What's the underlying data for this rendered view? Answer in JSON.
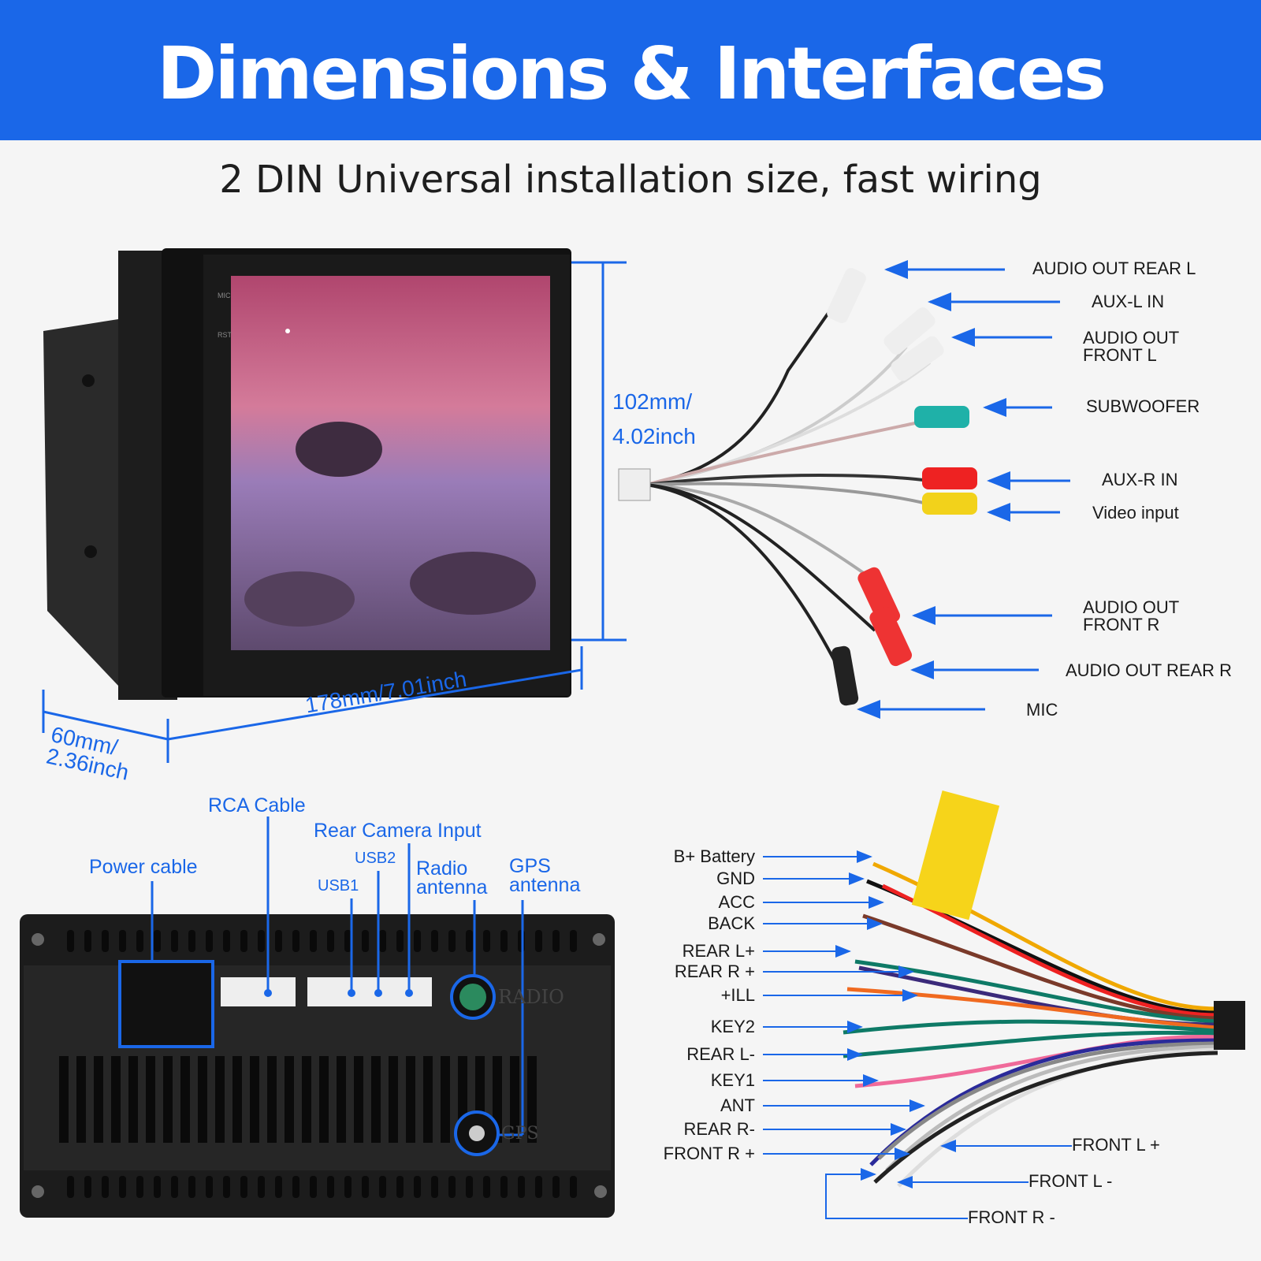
{
  "header": {
    "title": "Dimensions & Interfaces",
    "subtitle": "2 DIN Universal installation size, fast wiring"
  },
  "dimensions": {
    "height": "102mm/",
    "height_in": "4.02inch",
    "width": "178mm/7.01inch",
    "depth": "60mm/",
    "depth_in": "2.36inch"
  },
  "device": {
    "side_buttons": [
      "MIC",
      "RST"
    ]
  },
  "rca_harness": {
    "labels": [
      "AUDIO OUT REAR L",
      "AUX-L IN",
      "AUDIO OUT\nFRONT L",
      "SUBWOOFER",
      "AUX-R IN",
      "Video input",
      "AUDIO OUT\nFRONT R",
      "AUDIO OUT REAR R",
      "MIC"
    ]
  },
  "back_panel": {
    "labels": [
      "Power cable",
      "RCA Cable",
      "Rear Camera Input",
      "USB2",
      "USB1",
      "Radio\nantenna",
      "GPS\nantenna"
    ],
    "printed": [
      "RADIO",
      "GPS"
    ]
  },
  "power_harness": {
    "left_labels": [
      "B+ Battery",
      "GND",
      "ACC",
      "BACK",
      "REAR L+",
      "REAR R +",
      "+ILL",
      "KEY2",
      "REAR L-",
      "KEY1",
      "ANT",
      "REAR R-",
      "FRONT R +"
    ],
    "right_labels": [
      "FRONT L +",
      "FRONT L -",
      "FRONT R -"
    ]
  },
  "colors": {
    "accent": "#1a67e8"
  }
}
